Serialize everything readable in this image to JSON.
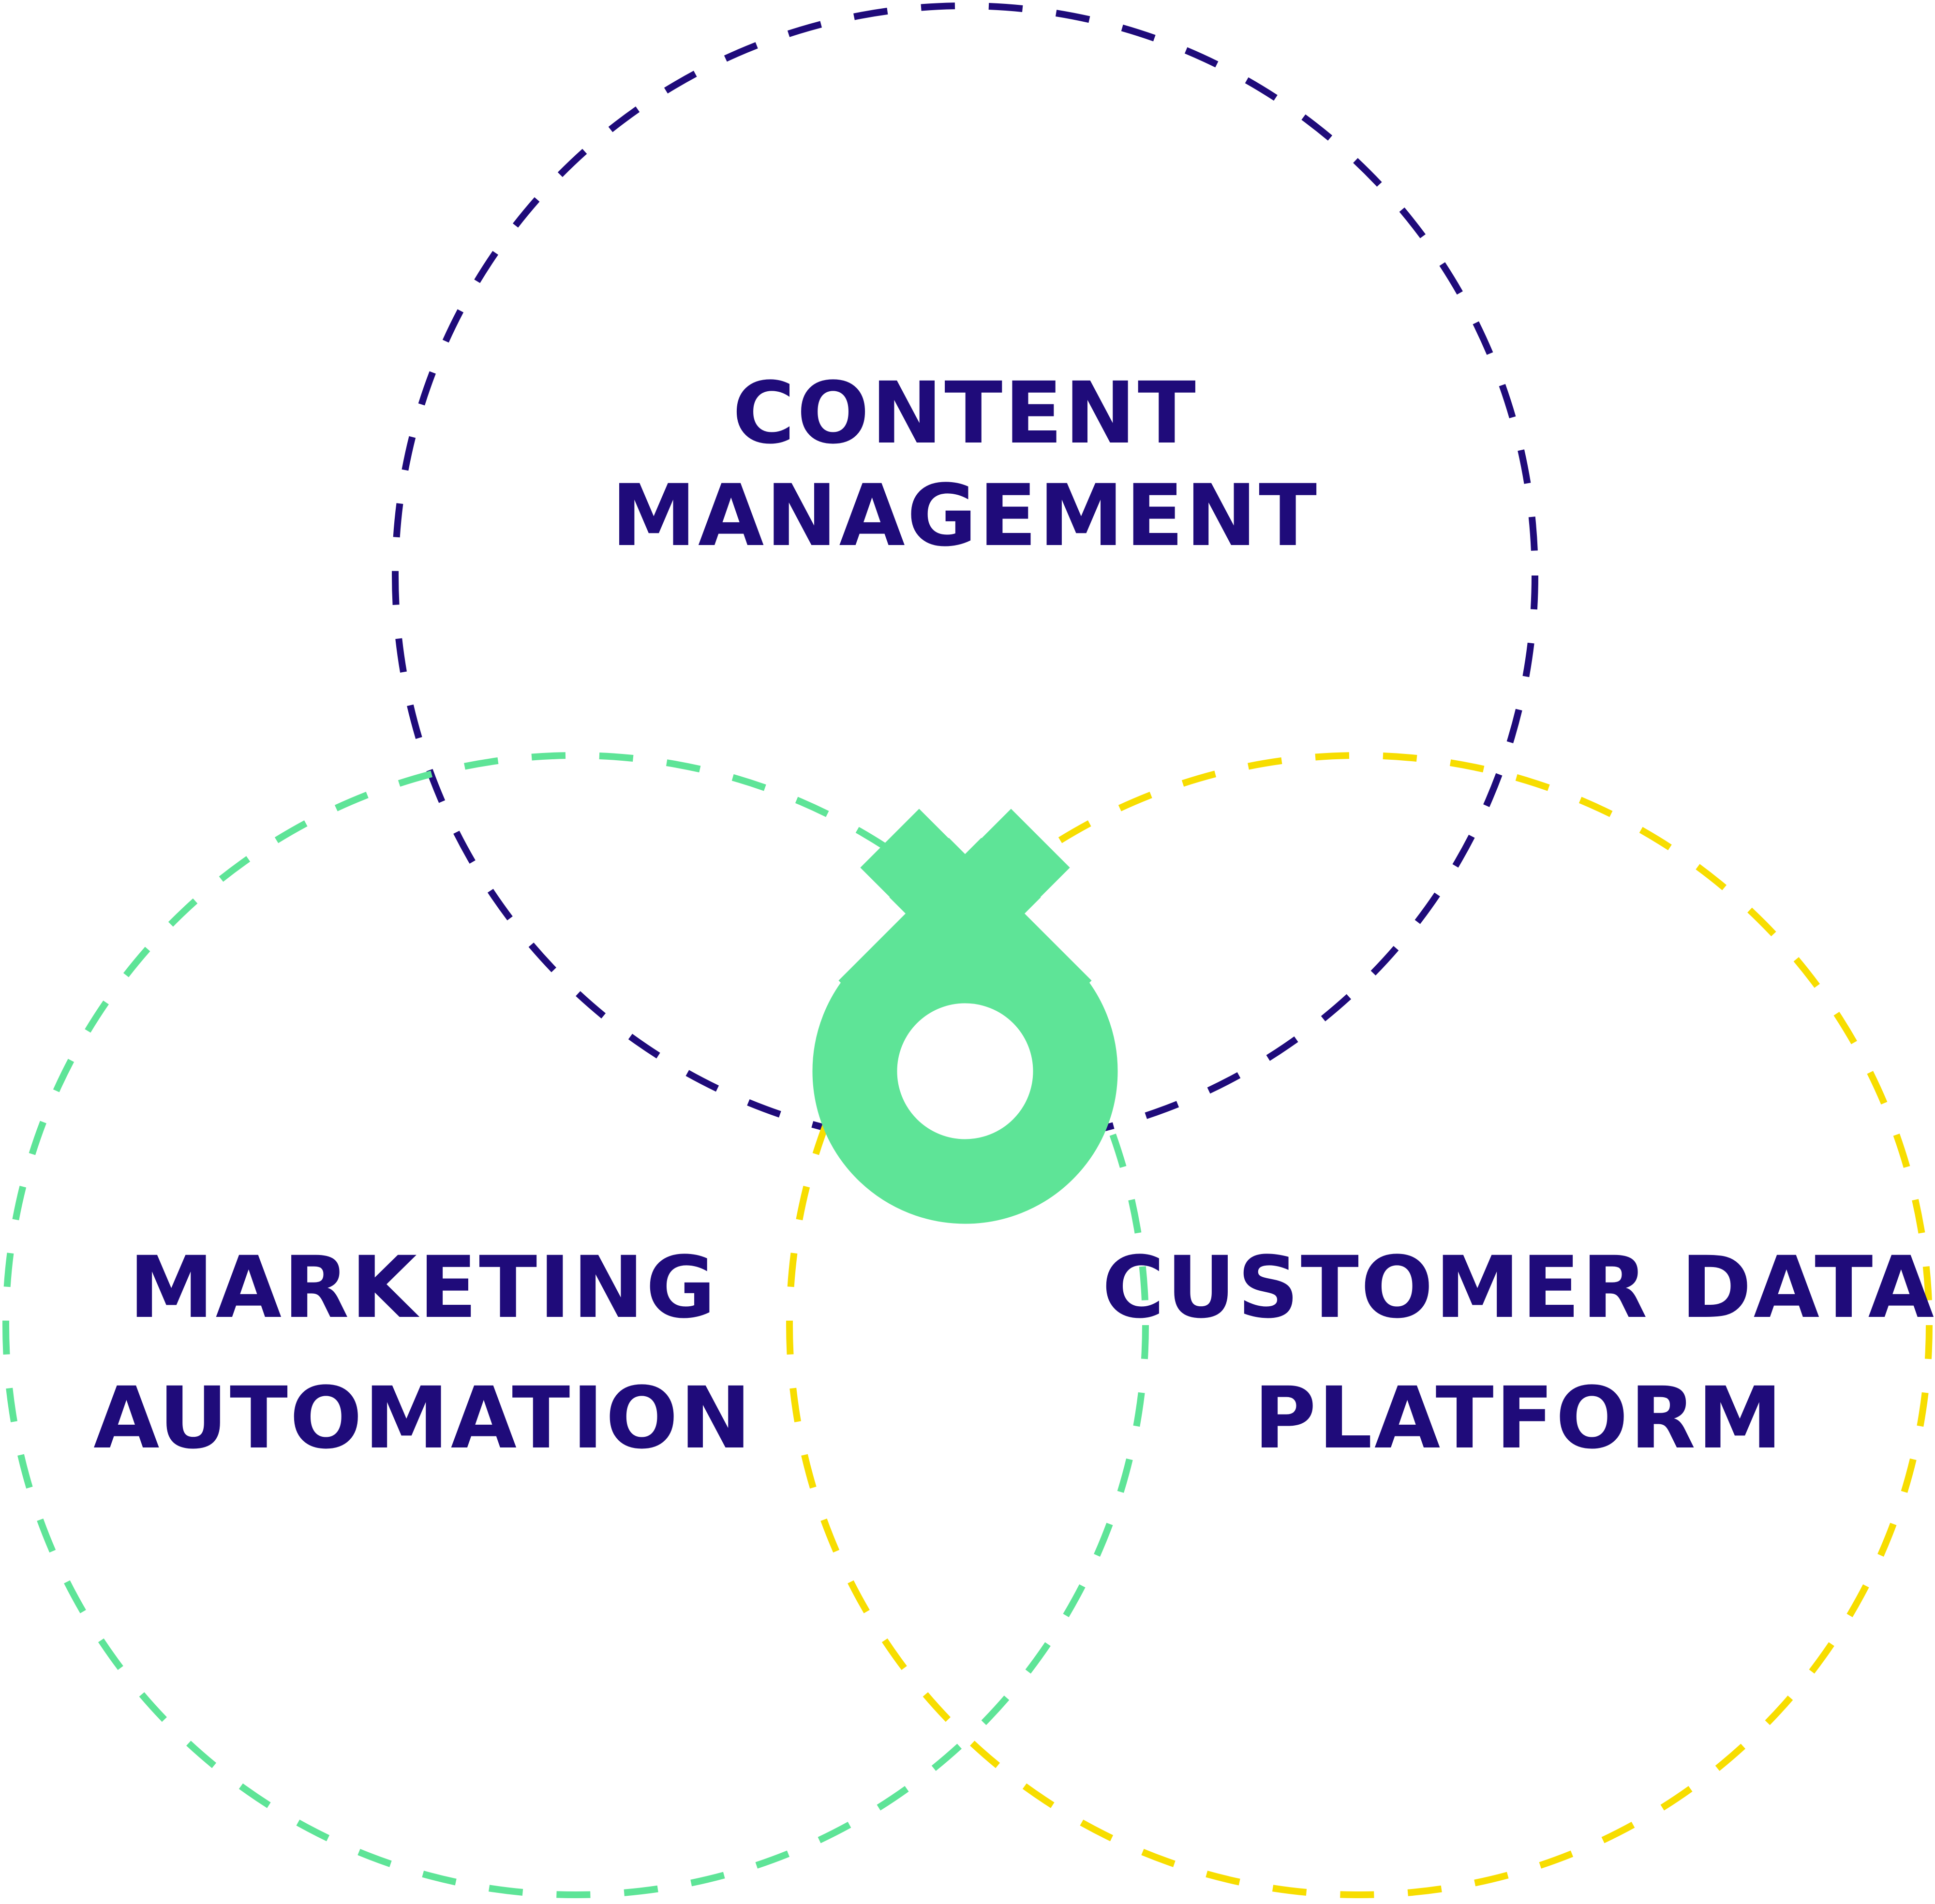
{
  "colors": {
    "content_management": "#1f0b7a",
    "marketing_automation": "#5ee497",
    "customer_data_platform": "#f7dd00",
    "label_text": "#1f0b7a",
    "logo": "#5ee497",
    "background": "#ffffff"
  },
  "circles": {
    "content_management": {
      "line1": "CONTENT",
      "line2": "MANAGEMENT"
    },
    "marketing_automation": {
      "line1": "MARKETING",
      "line2": "AUTOMATION"
    },
    "customer_data_platform": {
      "line1": "CUSTOMER DATA",
      "line2": "PLATFORM"
    }
  },
  "logo": {
    "icon": "knot-logo-icon"
  }
}
